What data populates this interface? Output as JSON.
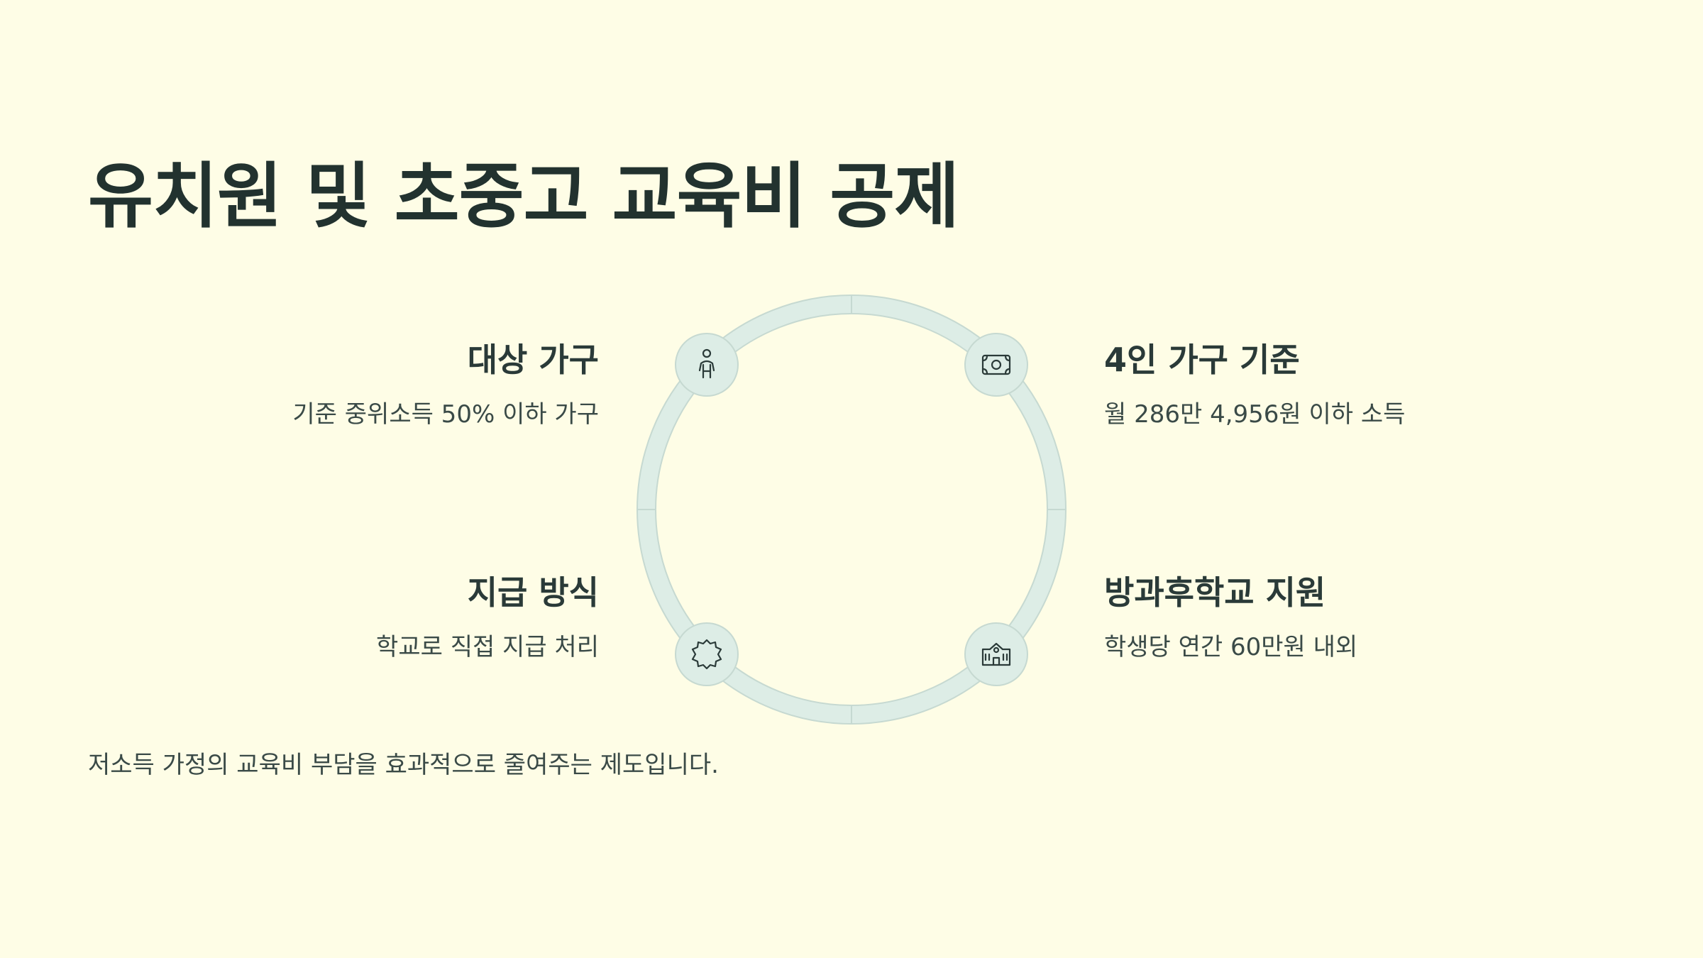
{
  "title": "유치원 및 초중고 교육비 공제",
  "items": [
    {
      "title": "대상 가구",
      "desc": "기준 중위소득 50% 이하 가구",
      "icon": "person-icon"
    },
    {
      "title": "4인 가구 기준",
      "desc": "월 286만 4,956원 이하 소득",
      "icon": "money-icon"
    },
    {
      "title": "지급 방식",
      "desc": "학교로 직접 지급 처리",
      "icon": "badge-icon"
    },
    {
      "title": "방과후학교 지원",
      "desc": "학생당 연간 60만원 내외",
      "icon": "school-icon"
    }
  ],
  "footer": "저소득 가정의 교육비 부담을 효과적으로 줄여주는 제도입니다.",
  "colors": {
    "background": "#FEFDE6",
    "ring": "#DDEDE6",
    "ring_stroke": "#C6D9D1",
    "text": "#2A3A38"
  }
}
